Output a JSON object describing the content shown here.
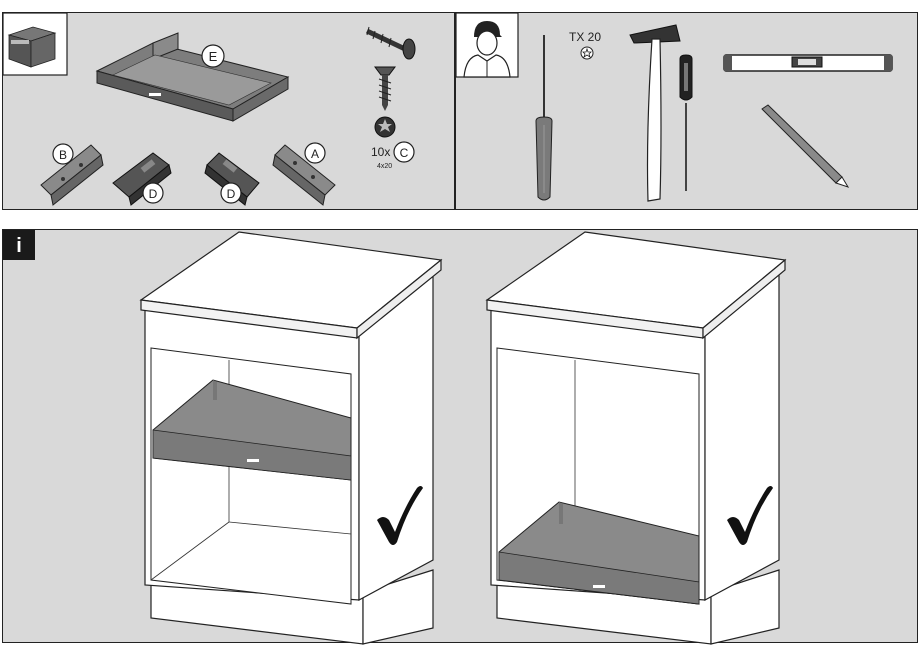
{
  "parts": {
    "part_e_label": "E",
    "part_b_label": "B",
    "part_a_label": "A",
    "part_d1_label": "D",
    "part_d2_label": "D",
    "part_c_label": "C",
    "screw_quantity": "10x",
    "screw_size": "4x20"
  },
  "tools": {
    "bit_label": "TX 20"
  },
  "info": {
    "badge": "i"
  },
  "colors": {
    "panel_bg": "#d9d9d9",
    "drawer_gray": "#8a8a8a",
    "part_gray": "#6e6e6e",
    "cabinet_white": "#ffffff",
    "badge_bg": "#1a1a1a"
  }
}
